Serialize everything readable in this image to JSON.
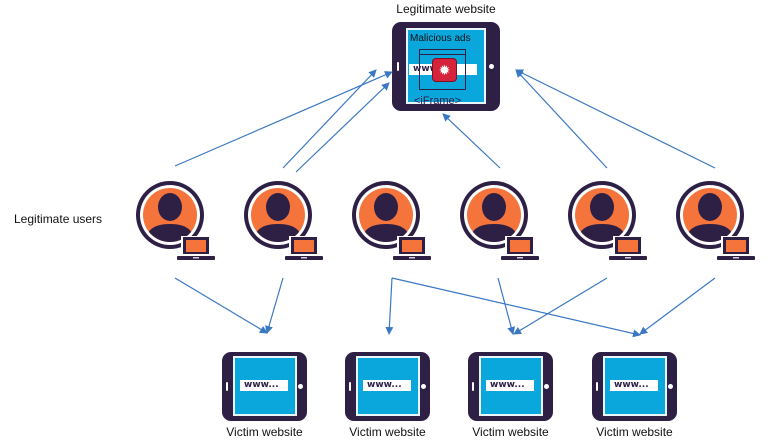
{
  "title": "Legitimate website",
  "legit_site": {
    "ad_label": "Malicious ads",
    "iframe_label": "<iFrame>",
    "url_text": "www..."
  },
  "users_label": "Legitimate users",
  "user_count": 6,
  "victims": [
    {
      "label": "Victim website",
      "url_text": "www..."
    },
    {
      "label": "Victim website",
      "url_text": "www..."
    },
    {
      "label": "Victim website",
      "url_text": "www..."
    },
    {
      "label": "Victim website",
      "url_text": "www..."
    }
  ],
  "colors": {
    "device_frame": "#2e1f45",
    "screen": "#0aa7dc",
    "user_fill": "#f4743b",
    "arrow": "#3a78c3",
    "malware_badge": "#d6233c"
  },
  "connections": {
    "users_to_legit_site": [
      [
        1
      ],
      [
        2,
        2
      ],
      [],
      [
        4
      ],
      [
        5
      ],
      [
        6
      ]
    ],
    "users_to_victims": [
      {
        "user": 1,
        "victim": 1
      },
      {
        "user": 2,
        "victim": 1
      },
      {
        "user": 3,
        "victim": 2
      },
      {
        "user": 3,
        "victim": 4
      },
      {
        "user": 4,
        "victim": 3
      },
      {
        "user": 5,
        "victim": 3
      },
      {
        "user": 6,
        "victim": 4
      }
    ]
  }
}
